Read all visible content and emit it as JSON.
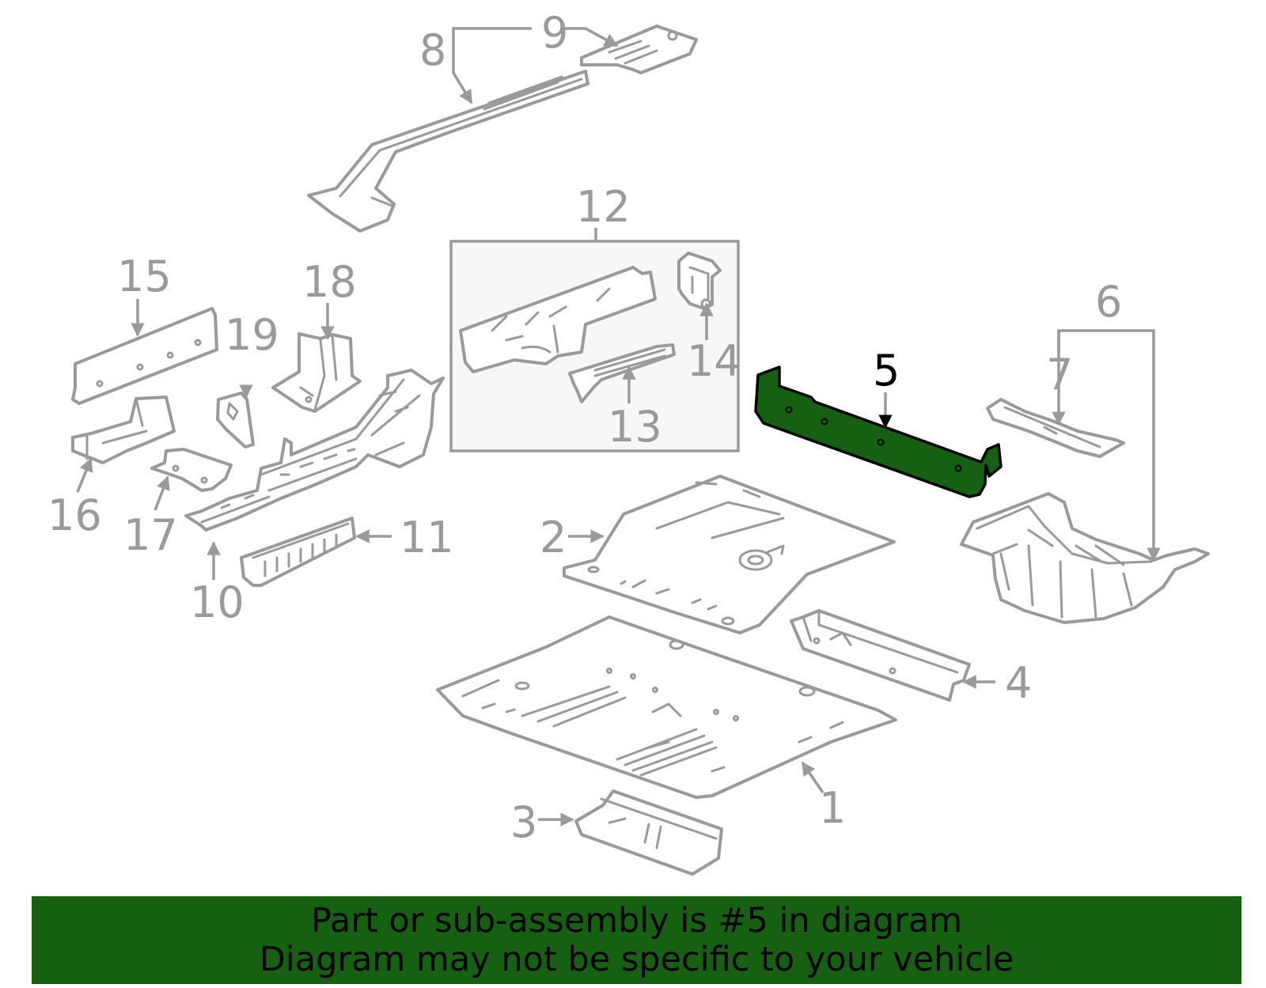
{
  "diagram": {
    "highlight_color": "#156111",
    "highlighted_part": "5",
    "callouts": {
      "c1": "1",
      "c2": "2",
      "c3": "3",
      "c4": "4",
      "c5": "5",
      "c6": "6",
      "c7": "7",
      "c8": "8",
      "c9": "9",
      "c10": "10",
      "c11": "11",
      "c12": "12",
      "c13": "13",
      "c14": "14",
      "c15": "15",
      "c16": "16",
      "c17": "17",
      "c18": "18",
      "c19": "19"
    }
  },
  "banner": {
    "line1": "Part or sub-assembly is #5 in diagram",
    "line2": "Diagram may not be specific to your vehicle",
    "background_color": "#156111"
  }
}
